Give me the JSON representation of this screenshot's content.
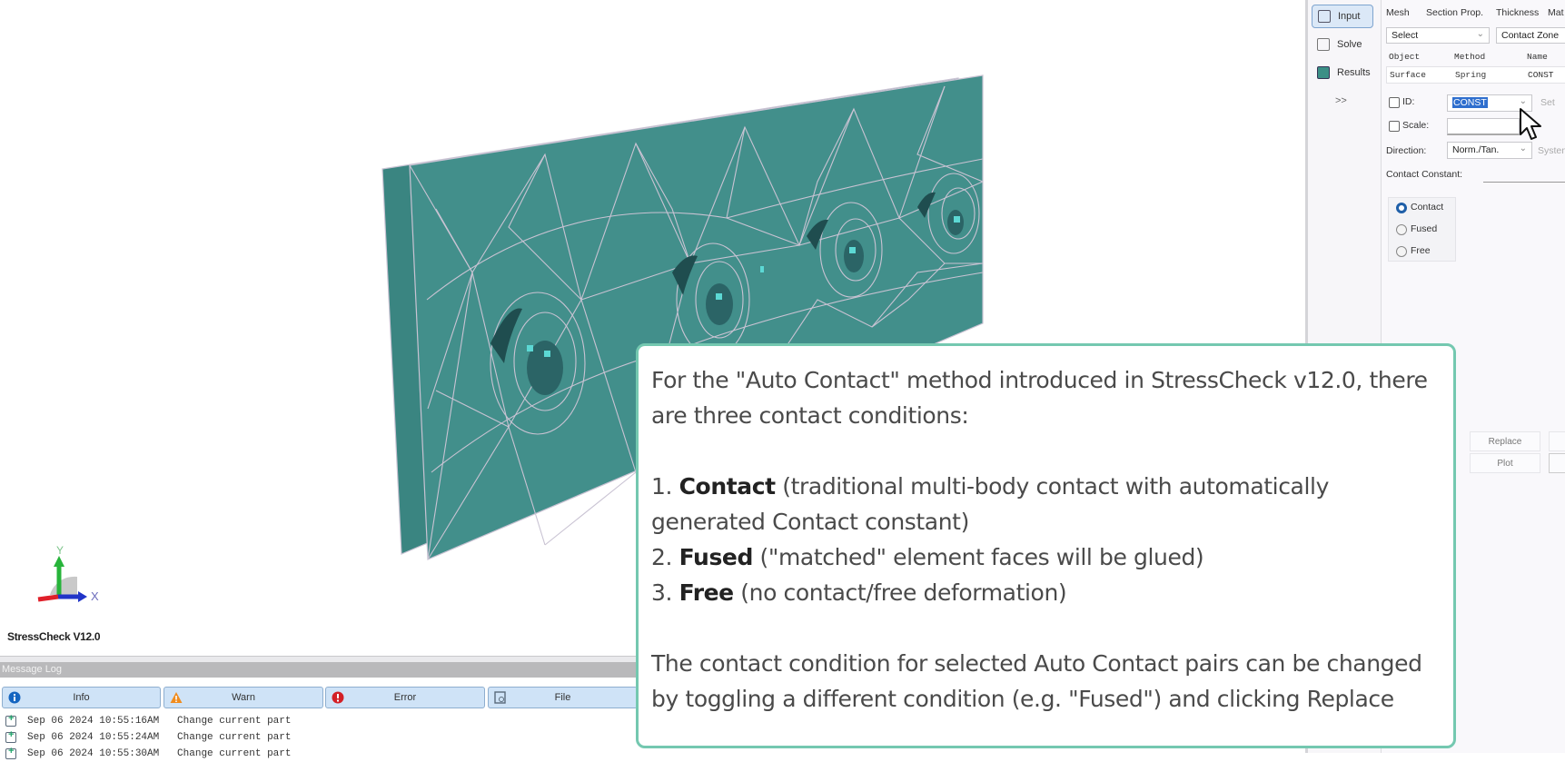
{
  "viewport": {
    "app_version": "StressCheck V12.0",
    "axis_labels": {
      "x": "X",
      "y": "Y"
    },
    "mesh_color": "#3f8c88",
    "mesh_line_color": "#c9c3d3"
  },
  "left_nav": {
    "items": [
      {
        "label": "Input",
        "icon": "input-icon",
        "active": true
      },
      {
        "label": "Solve",
        "icon": "solve-icon",
        "active": false
      },
      {
        "label": "Results",
        "icon": "results-icon",
        "active": false
      }
    ],
    "more_label": ">>"
  },
  "panel": {
    "tabs": [
      "Mesh",
      "Section Prop.",
      "Thickness",
      "Mat"
    ],
    "select_dropdown": "Select",
    "type_dropdown": "Contact Zone",
    "table": {
      "headers": [
        "Object",
        "Method",
        "Name"
      ],
      "row": [
        "Surface",
        "Spring",
        "CONST"
      ]
    },
    "id_label": "ID:",
    "id_value": "CONST",
    "set_label": "Set",
    "scale_label": "Scale:",
    "scale_value": "",
    "direction_label": "Direction:",
    "direction_value": "Norm./Tan.",
    "system_label": "System",
    "contact_constant_label": "Contact Constant:",
    "radio_options": [
      {
        "label": "Contact",
        "selected": true
      },
      {
        "label": "Fused",
        "selected": false
      },
      {
        "label": "Free",
        "selected": false
      }
    ],
    "buttons": {
      "replace": "Replace",
      "plot": "Plot"
    }
  },
  "message_log": {
    "title": "Message Log",
    "filters": [
      {
        "label": "Info",
        "icon": "info-icon",
        "color": "#1565c0"
      },
      {
        "label": "Warn",
        "icon": "warning-icon",
        "color": "#f08c1e"
      },
      {
        "label": "Error",
        "icon": "error-icon",
        "color": "#d32027"
      },
      {
        "label": "File",
        "icon": "file-icon",
        "color": "#5a6a7a"
      }
    ],
    "rows": [
      {
        "timestamp": "Sep 06 2024 10:55:16AM",
        "message": "Change current part"
      },
      {
        "timestamp": "Sep 06 2024 10:55:24AM",
        "message": "Change current part"
      },
      {
        "timestamp": "Sep 06 2024 10:55:30AM",
        "message": "Change current part"
      }
    ]
  },
  "callout": {
    "intro": "For the \"Auto Contact\" method introduced in StressCheck v12.0, there are three contact conditions:",
    "items": [
      {
        "num": "1.",
        "term": "Contact",
        "desc": "(traditional multi-body contact with automatically generated Contact constant)"
      },
      {
        "num": "2.",
        "term": "Fused",
        "desc": "(\"matched\" element faces will be glued)"
      },
      {
        "num": "3.",
        "term": "Free",
        "desc": "(no contact/free deformation)"
      }
    ],
    "outro": "The contact condition for selected Auto Contact pairs can be changed by toggling a different condition (e.g. \"Fused\") and clicking Replace",
    "border_color": "#74c8b0"
  }
}
